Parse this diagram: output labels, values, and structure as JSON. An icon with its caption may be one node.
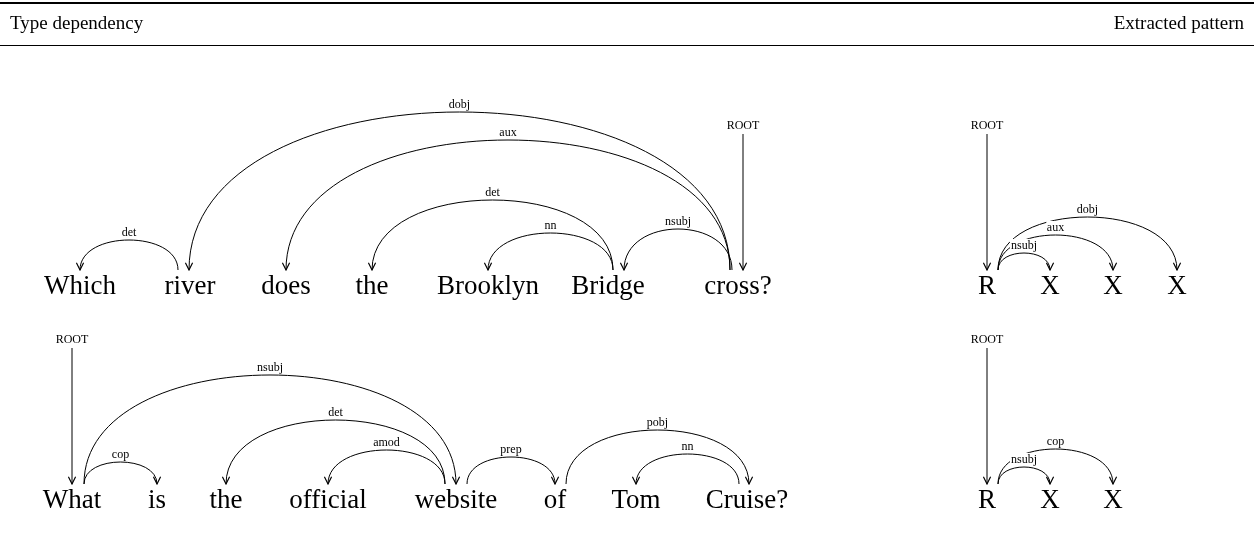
{
  "diagram": {
    "nodes": [
      {
        "text": [
          "Which"
        ]
      },
      {
        "text": [
          "river"
        ]
      },
      {
        "text": [
          "does"
        ]
      },
      {
        "text": [
          "the"
        ]
      },
      {
        "text": [
          "Brooklyn"
        ]
      },
      {
        "text": [
          "Bridge"
        ]
      },
      {
        "text": [
          "cross?"
        ]
      },
      {
        "text": [
          "ROOT"
        ]
      },
      {
        "text": [
          "ROOT"
        ]
      },
      {
        "text": [
          "R"
        ]
      },
      {
        "text": [
          "X"
        ]
      },
      {
        "text": [
          "X"
        ]
      },
      {
        "text": [
          "X"
        ]
      },
      {
        "text": [
          "ROOT"
        ]
      },
      {
        "text": [
          "What"
        ]
      },
      {
        "text": [
          "is"
        ]
      },
      {
        "text": [
          "the"
        ]
      },
      {
        "text": [
          "official"
        ]
      },
      {
        "text": [
          "website"
        ]
      },
      {
        "text": [
          "of"
        ]
      },
      {
        "text": [
          "Tom"
        ]
      },
      {
        "text": [
          "Cruise?"
        ]
      },
      {
        "text": [
          "ROOT"
        ]
      },
      {
        "text": [
          "R"
        ]
      },
      {
        "text": [
          "X"
        ]
      },
      {
        "text": [
          "X"
        ]
      }
    ],
    "edges": [
      {
        "from": 1,
        "to": 0,
        "arrow": "to",
        "label": "det"
      },
      {
        "from": 6,
        "to": 1,
        "arrow": "to",
        "label": "dobj"
      },
      {
        "from": 6,
        "to": 2,
        "arrow": "to",
        "label": "aux"
      },
      {
        "from": 5,
        "to": 3,
        "arrow": "to",
        "label": "det"
      },
      {
        "from": 5,
        "to": 4,
        "arrow": "to",
        "label": "nn"
      },
      {
        "from": 6,
        "to": 5,
        "arrow": "to",
        "label": "nsubj"
      },
      {
        "from": 7,
        "to": 6,
        "arrow": "to"
      },
      {
        "from": 8,
        "to": 9,
        "arrow": "to"
      },
      {
        "from": 9,
        "to": 10,
        "arrow": "to",
        "label": "nsubj"
      },
      {
        "from": 9,
        "to": 11,
        "arrow": "to",
        "label": "aux"
      },
      {
        "from": 9,
        "to": 12,
        "arrow": "to",
        "label": "dobj"
      },
      {
        "from": 13,
        "to": 14,
        "arrow": "to"
      },
      {
        "from": 14,
        "to": 15,
        "arrow": "to",
        "label": "cop"
      },
      {
        "from": 14,
        "to": 18,
        "arrow": "to",
        "label": "nsubj"
      },
      {
        "from": 18,
        "to": 16,
        "arrow": "to",
        "label": "det"
      },
      {
        "from": 18,
        "to": 17,
        "arrow": "to",
        "label": "amod"
      },
      {
        "from": 18,
        "to": 19,
        "arrow": "to",
        "label": "prep"
      },
      {
        "from": 19,
        "to": 21,
        "arrow": "to",
        "label": "pobj"
      },
      {
        "from": 21,
        "to": 20,
        "arrow": "to",
        "label": "nn"
      },
      {
        "from": 22,
        "to": 23,
        "arrow": "to"
      },
      {
        "from": 23,
        "to": 24,
        "arrow": "to",
        "label": "nsubj"
      },
      {
        "from": 23,
        "to": 25,
        "arrow": "to",
        "label": "cop"
      }
    ],
    "labels": [
      "Type dependency",
      "Extracted pattern"
    ]
  }
}
